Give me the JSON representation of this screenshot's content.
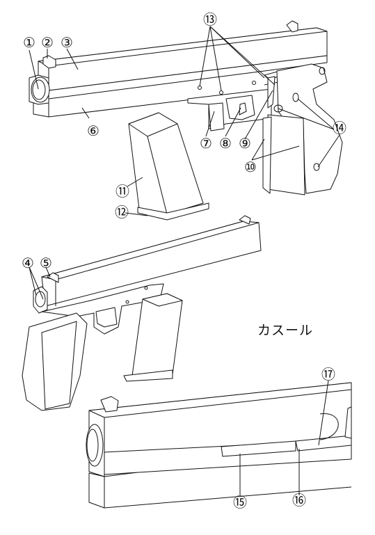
{
  "caption": "カスール",
  "callouts": [
    {
      "n": "1",
      "glyph": "①"
    },
    {
      "n": "2",
      "glyph": "②"
    },
    {
      "n": "3",
      "glyph": "③"
    },
    {
      "n": "4",
      "glyph": "④"
    },
    {
      "n": "5",
      "glyph": "⑤"
    },
    {
      "n": "6",
      "glyph": "⑥"
    },
    {
      "n": "7",
      "glyph": "⑦"
    },
    {
      "n": "8",
      "glyph": "⑧"
    },
    {
      "n": "9",
      "glyph": "⑨"
    },
    {
      "n": "10",
      "glyph": "⑩"
    },
    {
      "n": "11",
      "glyph": "⑪"
    },
    {
      "n": "12",
      "glyph": "⑫"
    },
    {
      "n": "13",
      "glyph": "⑬"
    },
    {
      "n": "14",
      "glyph": "⑭"
    },
    {
      "n": "15",
      "glyph": "⑮"
    },
    {
      "n": "16",
      "glyph": "⑯"
    },
    {
      "n": "17",
      "glyph": "⑰"
    }
  ],
  "colors": {
    "line": "#111111",
    "fill": "#ffffff",
    "shade": "#f2f2f2"
  }
}
